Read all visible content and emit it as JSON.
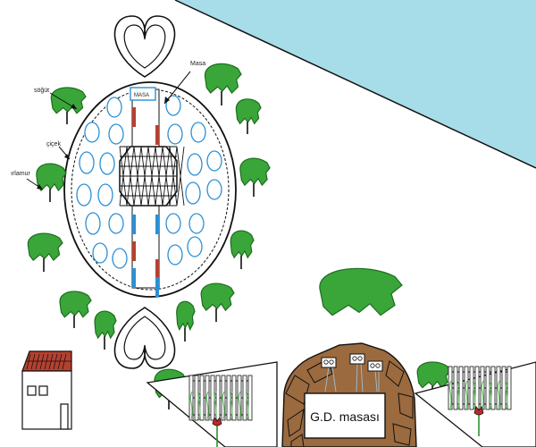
{
  "labels": {
    "masa_callout": "Masa",
    "masa_box": "MASA",
    "sogut": "söğüt",
    "cicek": "çiçek",
    "irlamur": "ırlamur",
    "sign": "G.D. masası"
  },
  "colors": {
    "sky": "#a7dce9",
    "tree": "#3aa63a",
    "tree_dark": "#1d6d1d",
    "pool": "#2c8fd6",
    "brick": "#b5402f",
    "tent": "#9b6a3f",
    "plant": "#5fbf5f",
    "flower": "#c0262b"
  },
  "counts": {
    "pools": 23,
    "bollards_per_path": 2,
    "fence_rails": 3
  },
  "icons": {
    "house": "house-icon",
    "tree": "weeping-tree-icon",
    "heart": "heart-arch-icon",
    "dome": "lattice-dome-icon",
    "tulip": "tulip-icon"
  }
}
